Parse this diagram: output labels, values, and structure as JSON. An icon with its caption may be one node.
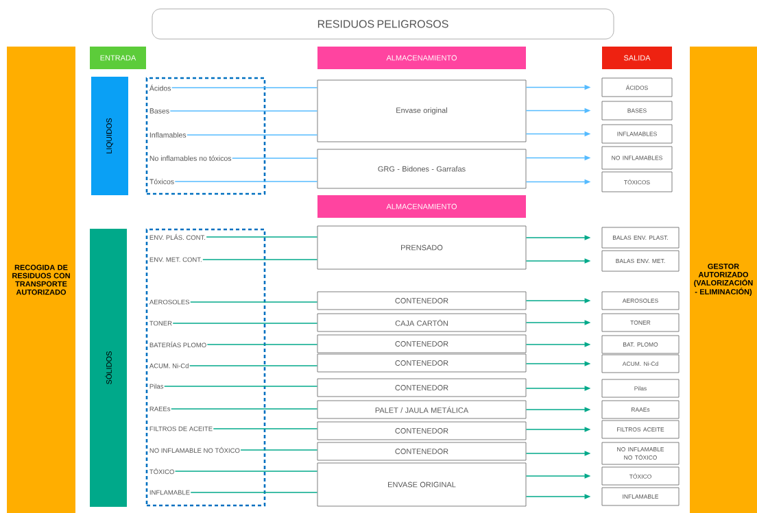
{
  "diagram": {
    "nodes": [
      {
        "text": [
          "RESIDUOS PELIGROSOS"
        ]
      },
      {
        "text": [
          "RECOGIDA DE RESIDUOS CON TRANSPORTE AUTORIZADO"
        ]
      },
      {
        "text": [
          "ENTRADA"
        ]
      },
      {
        "text": [
          "ALMACENAMIENTO"
        ]
      },
      {
        "text": [
          "SALIDA"
        ]
      },
      {
        "text": [
          "GESTOR AUTORIZADO (VALORIZACIÓN - ELIMINACIÓN)"
        ]
      },
      {
        "text": [
          "LIQUIDOS"
        ]
      },
      {
        "text": [],
        "shape": "box"
      },
      {
        "text": [
          "Ácidos"
        ],
        "in": 7
      },
      {
        "text": [
          "Bases"
        ],
        "in": 7
      },
      {
        "text": [
          "Inflamables"
        ],
        "in": 7
      },
      {
        "text": [
          "No inflamables no tóxicos"
        ],
        "in": 7
      },
      {
        "text": [
          "Tóxicos"
        ],
        "in": 7
      },
      {
        "text": [
          "Envase original"
        ]
      },
      {
        "text": [
          "GRG - Bidones - Garrafas"
        ]
      },
      {
        "text": [
          "ÁCIDOS"
        ]
      },
      {
        "text": [
          "BASES"
        ]
      },
      {
        "text": [
          "INFLAMABLES"
        ]
      },
      {
        "text": [
          "NO INFLAMABLES"
        ]
      },
      {
        "text": [
          "TÓXICOS"
        ]
      },
      {
        "text": [
          "ALMACENAMIENTO"
        ]
      },
      {
        "text": [
          "SÓLIDOS"
        ]
      },
      {
        "text": [],
        "shape": "box"
      },
      {
        "text": [
          "ENV. PLÁS. CONT."
        ],
        "in": 22
      },
      {
        "text": [
          "ENV. MET. CONT."
        ],
        "in": 22
      },
      {
        "text": [
          "AEROSOLES"
        ],
        "in": 22
      },
      {
        "text": [
          "TONER"
        ],
        "in": 22
      },
      {
        "text": [
          "BATERÍAS PLOMO"
        ],
        "in": 22
      },
      {
        "text": [
          "ACUM. Ni-Cd"
        ],
        "in": 22
      },
      {
        "text": [
          "Pilas"
        ],
        "in": 22
      },
      {
        "text": [
          "RAEEs"
        ],
        "in": 22
      },
      {
        "text": [
          "FILTROS DE ACEITE"
        ],
        "in": 22
      },
      {
        "text": [
          "NO INFLAMABLE NO TÓXICO"
        ],
        "in": 22
      },
      {
        "text": [
          "TÓXICO"
        ],
        "in": 22
      },
      {
        "text": [
          "INFLAMABLE"
        ],
        "in": 22
      },
      {
        "text": [
          "PRENSADO"
        ]
      },
      {
        "text": [
          "CONTENEDOR"
        ]
      },
      {
        "text": [
          "CAJA CARTÓN"
        ]
      },
      {
        "text": [
          "CONTENEDOR"
        ]
      },
      {
        "text": [
          "CONTENEDOR"
        ]
      },
      {
        "text": [
          "CONTENEDOR"
        ]
      },
      {
        "text": [
          "PALET / JAULA METÁLICA"
        ]
      },
      {
        "text": [
          "CONTENEDOR"
        ]
      },
      {
        "text": [
          "CONTENEDOR"
        ]
      },
      {
        "text": [
          "ENVASE ORIGINAL"
        ]
      },
      {
        "text": [
          "BALAS ENV. PLAST."
        ]
      },
      {
        "text": [
          "BALAS ENV. MET."
        ]
      },
      {
        "text": [
          "AEROSOLES"
        ]
      },
      {
        "text": [
          "TONER"
        ]
      },
      {
        "text": [
          "BAT. PLOMO"
        ]
      },
      {
        "text": [
          "ACUM. Ni-Cd"
        ]
      },
      {
        "text": [
          "Pilas"
        ]
      },
      {
        "text": [
          "RAAEs"
        ]
      },
      {
        "text": [
          "FILTROS ACEITE"
        ]
      },
      {
        "text": [
          "NO INFLAMABLE NO TÓXICO"
        ]
      },
      {
        "text": [
          "TÓXICO"
        ]
      },
      {
        "text": [
          "INFLAMABLE"
        ]
      }
    ],
    "edges": [
      {
        "from": 8,
        "to": 13,
        "arrow": "none",
        "color": "#55bbff"
      },
      {
        "from": 9,
        "to": 13,
        "arrow": "none",
        "color": "#55bbff"
      },
      {
        "from": 10,
        "to": 13,
        "arrow": "none",
        "color": "#55bbff"
      },
      {
        "from": 11,
        "to": 14,
        "arrow": "none",
        "color": "#55bbff"
      },
      {
        "from": 12,
        "to": 14,
        "arrow": "none",
        "color": "#55bbff"
      },
      {
        "from": 13,
        "to": 15,
        "arrow": "to",
        "color": "#55bbff"
      },
      {
        "from": 13,
        "to": 16,
        "arrow": "to",
        "color": "#55bbff"
      },
      {
        "from": 13,
        "to": 17,
        "arrow": "to",
        "color": "#55bbff"
      },
      {
        "from": 14,
        "to": 18,
        "arrow": "to",
        "color": "#55bbff"
      },
      {
        "from": 14,
        "to": 19,
        "arrow": "to",
        "color": "#55bbff"
      },
      {
        "from": 23,
        "to": 35,
        "arrow": "none"
      },
      {
        "from": 24,
        "to": 35,
        "arrow": "none"
      },
      {
        "from": 25,
        "to": 36,
        "arrow": "none"
      },
      {
        "from": 26,
        "to": 37,
        "arrow": "none"
      },
      {
        "from": 27,
        "to": 38,
        "arrow": "none"
      },
      {
        "from": 28,
        "to": 39,
        "arrow": "none"
      },
      {
        "from": 29,
        "to": 40,
        "arrow": "none"
      },
      {
        "from": 30,
        "to": 41,
        "arrow": "none"
      },
      {
        "from": 31,
        "to": 42,
        "arrow": "none"
      },
      {
        "from": 32,
        "to": 43,
        "arrow": "none"
      },
      {
        "from": 33,
        "to": 44,
        "arrow": "none"
      },
      {
        "from": 34,
        "to": 44,
        "arrow": "none"
      },
      {
        "from": 35,
        "to": 45,
        "arrow": "to"
      },
      {
        "from": 35,
        "to": 46,
        "arrow": "to"
      },
      {
        "from": 36,
        "to": 47,
        "arrow": "to"
      },
      {
        "from": 37,
        "to": 48,
        "arrow": "to"
      },
      {
        "from": 38,
        "to": 49,
        "arrow": "to"
      },
      {
        "from": 39,
        "to": 50,
        "arrow": "to"
      },
      {
        "from": 40,
        "to": 51,
        "arrow": "to"
      },
      {
        "from": 41,
        "to": 52,
        "arrow": "to"
      },
      {
        "from": 42,
        "to": 53,
        "arrow": "to"
      },
      {
        "from": 43,
        "to": 54,
        "arrow": "to"
      },
      {
        "from": 44,
        "to": 55,
        "arrow": "to"
      },
      {
        "from": 44,
        "to": 56,
        "arrow": "to"
      }
    ]
  }
}
